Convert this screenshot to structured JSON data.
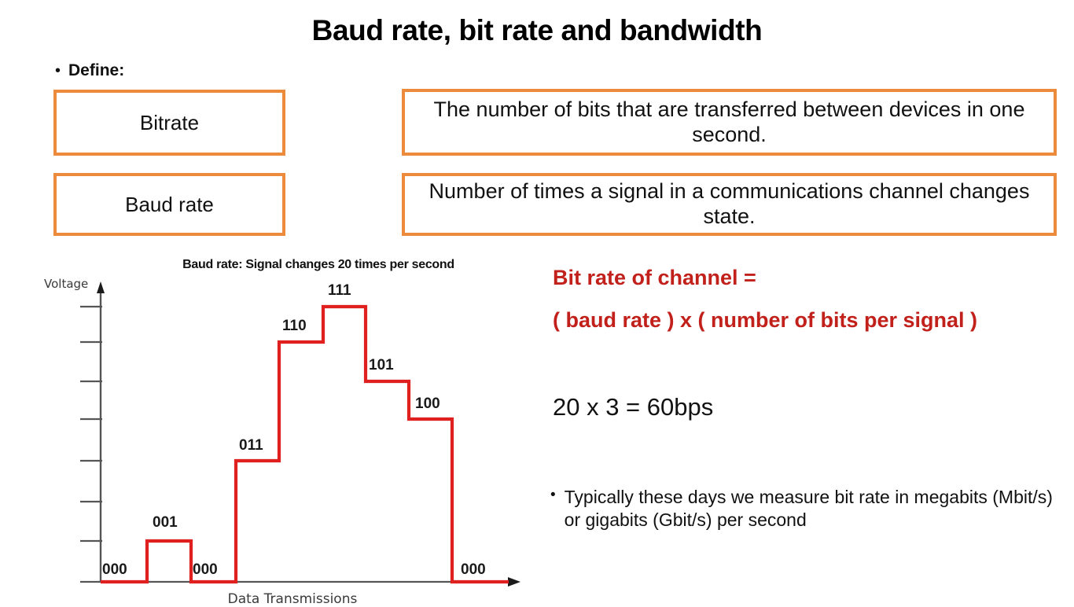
{
  "slide": {
    "title": "Baud rate, bit rate and bandwidth",
    "define_bullet": "•",
    "define_label": "Define:"
  },
  "definitions": [
    {
      "term": "Bitrate",
      "definition": "The number of bits that are transferred between devices in one second."
    },
    {
      "term": "Baud rate",
      "definition": "Number of times a signal in a communications channel changes state."
    }
  ],
  "right": {
    "formula_line1": "Bit rate of channel  =",
    "formula_line2": "( baud rate )  x  ( number of bits per signal )",
    "calculation": "20 x 3 = 60bps",
    "note_bullet": "•",
    "note_text": "Typically these days we measure bit rate in megabits (Mbit/s) or gigabits (Gbit/s) per second",
    "accent_color": "#c1201b"
  },
  "colors": {
    "orange_border": "#ec8b3c",
    "signal_red": "#e01f1f",
    "axis_gray": "#555555"
  },
  "chart_data": {
    "type": "line",
    "title": "Baud rate: Signal changes 20 times per second",
    "xlabel": "Data Transmissions",
    "ylabel": "Voltage",
    "grid": false,
    "legend": null,
    "ylim": [
      0,
      8
    ],
    "y_tick_count": 8,
    "y_ticks": [
      1,
      2,
      3,
      4,
      5,
      6,
      7,
      8
    ],
    "step_style": "post",
    "symbol_labels": [
      "000",
      "001",
      "000",
      "011",
      "110",
      "111",
      "101",
      "100",
      "000"
    ],
    "levels": [
      0,
      1,
      0,
      3,
      6,
      7,
      5,
      4,
      0
    ],
    "segments": [
      {
        "label": "000",
        "level": 0,
        "x_start": 0,
        "x_end": 1
      },
      {
        "label": "001",
        "level": 1,
        "x_start": 1,
        "x_end": 2
      },
      {
        "label": "000",
        "level": 0,
        "x_start": 2,
        "x_end": 3
      },
      {
        "label": "011",
        "level": 3,
        "x_start": 3,
        "x_end": 4
      },
      {
        "label": "110",
        "level": 6,
        "x_start": 4,
        "x_end": 5
      },
      {
        "label": "111",
        "level": 7,
        "x_start": 5,
        "x_end": 6
      },
      {
        "label": "101",
        "level": 5,
        "x_start": 6,
        "x_end": 7
      },
      {
        "label": "100",
        "level": 4,
        "x_start": 7,
        "x_end": 8
      },
      {
        "label": "000",
        "level": 0,
        "x_start": 8,
        "x_end": 9
      }
    ]
  }
}
